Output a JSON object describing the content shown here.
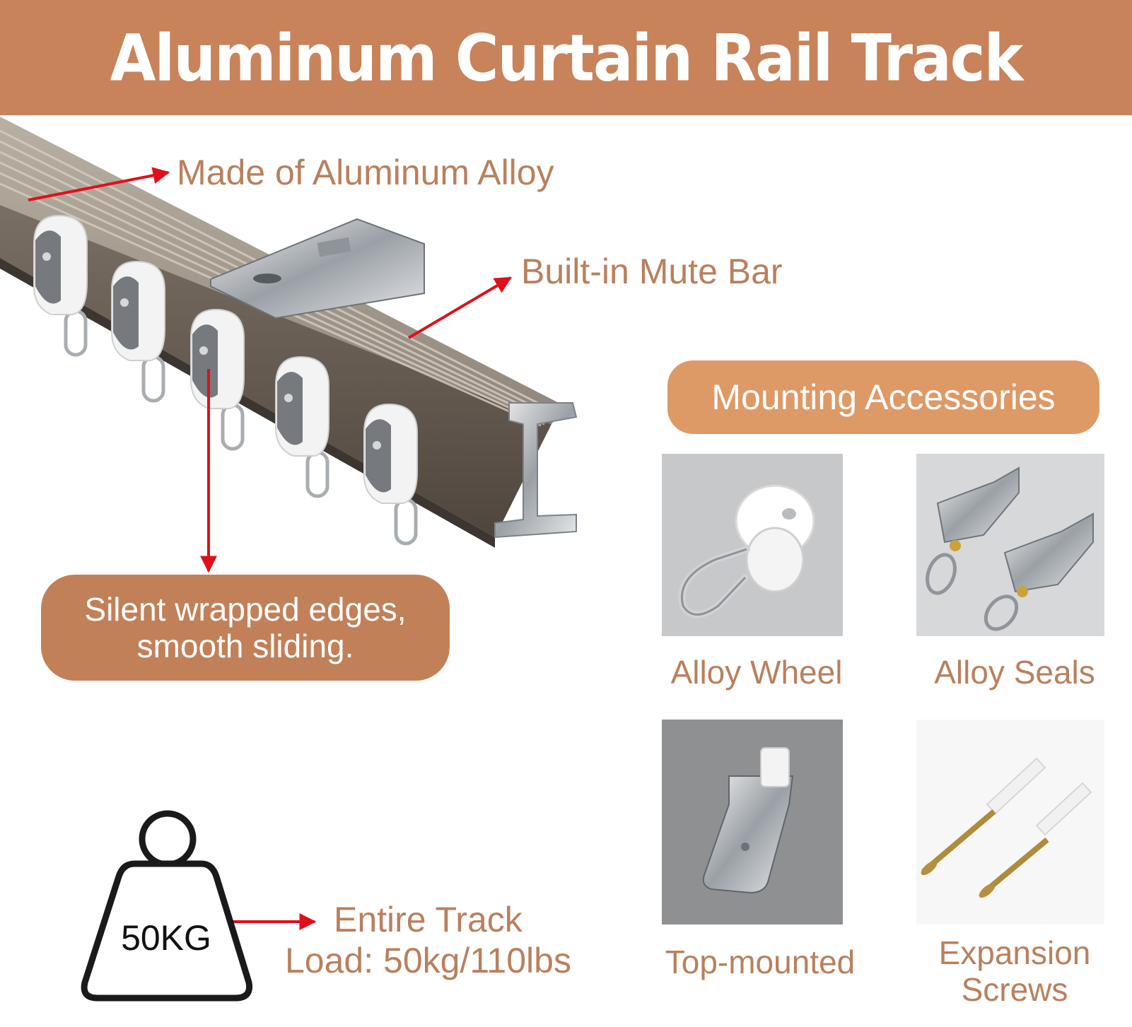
{
  "title": "Aluminum Curtain Rail Track",
  "callouts": {
    "alloy": "Made of Aluminum Alloy",
    "mute_bar": "Built-in Mute Bar",
    "silent_line1": "Silent wrapped edges,",
    "silent_line2": "smooth sliding.",
    "load_line1": "Entire Track",
    "load_line2": "Load: 50kg/110lbs",
    "weight": "50KG"
  },
  "accessories": {
    "heading": "Mounting Accessories",
    "items": [
      {
        "label": "Alloy Wheel",
        "icon": "alloy-wheel-icon"
      },
      {
        "label": "Alloy Seals",
        "icon": "alloy-seals-icon"
      },
      {
        "label": "Top-mounted",
        "icon": "top-mounted-clip-icon"
      },
      {
        "label_line1": "Expansion",
        "label_line2": "Screws",
        "icon": "expansion-screws-icon"
      }
    ]
  },
  "colors": {
    "banner": "#c8835a",
    "accent_text": "#b9805d",
    "pill_silent": "#c28058",
    "pill_mount": "#dd9a66",
    "arrow": "#e0101a"
  }
}
